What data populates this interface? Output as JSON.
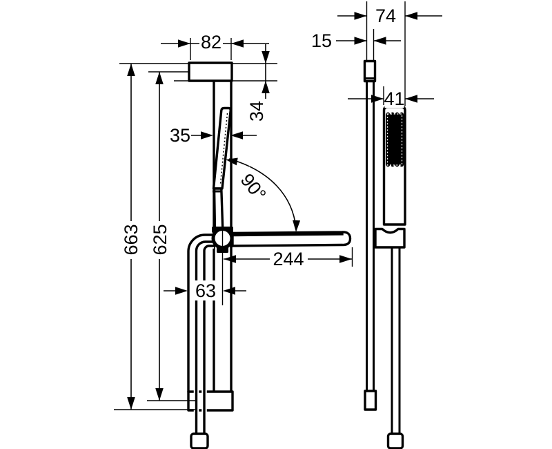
{
  "colors": {
    "background": "#ffffff",
    "line": "#000000"
  },
  "front_view": {
    "dimensions": {
      "bracket_width": "82",
      "bracket_height": "34",
      "bar_width": "35",
      "overall_height": "663",
      "rail_span": "625",
      "hose_offset": "63",
      "handshower_reach": "244",
      "swivel_angle": "90°"
    }
  },
  "side_view": {
    "dimensions": {
      "overall_depth": "74",
      "bar_depth": "15",
      "head_depth": "41"
    }
  }
}
